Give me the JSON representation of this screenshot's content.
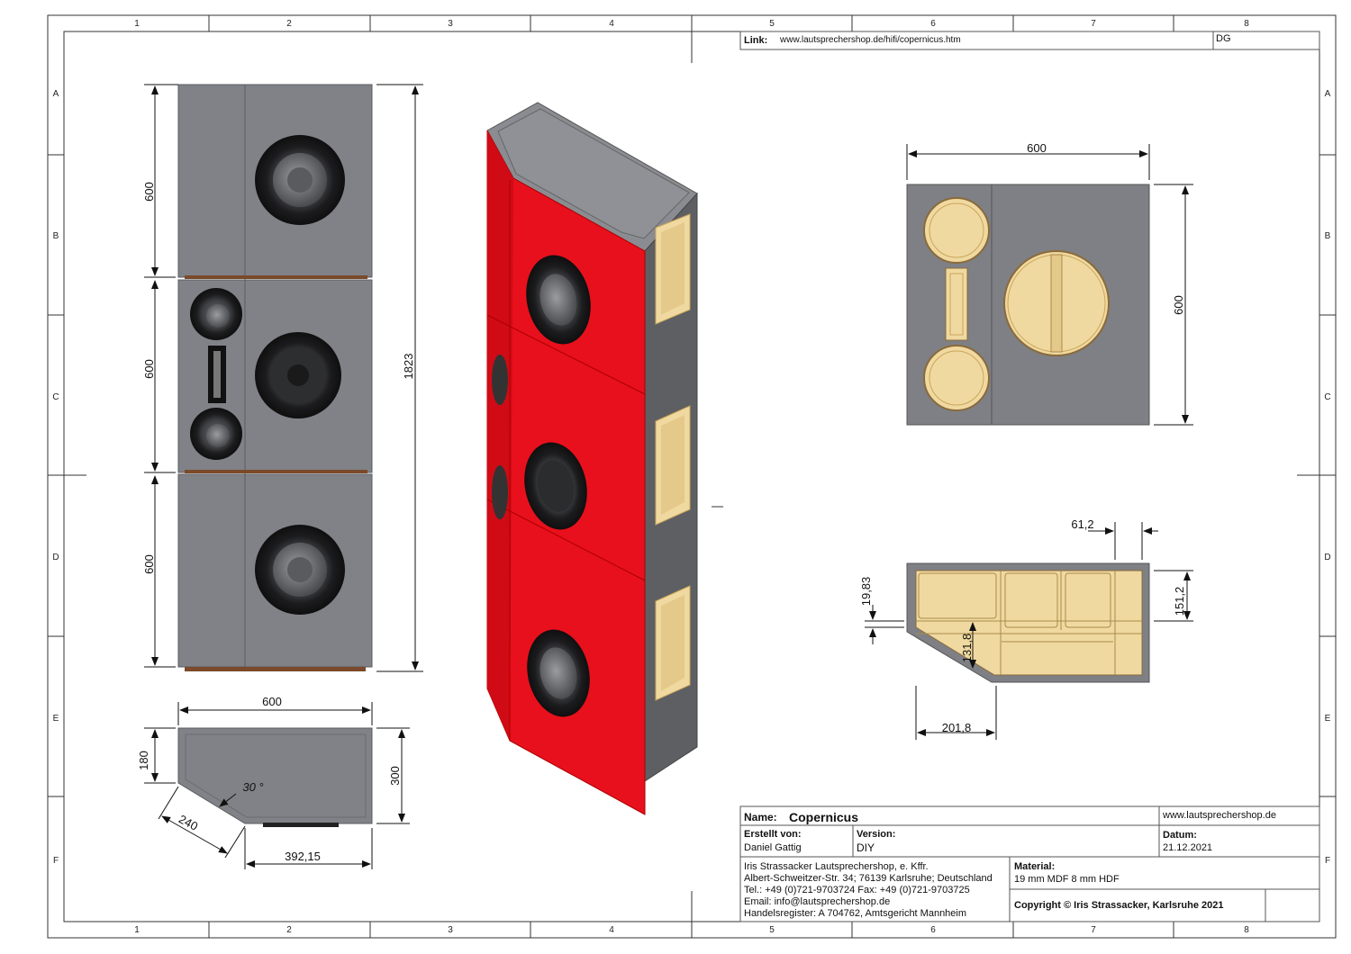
{
  "grid": {
    "columns": [
      "1",
      "2",
      "3",
      "4",
      "5",
      "6",
      "7",
      "8"
    ],
    "rows": [
      "A",
      "B",
      "C",
      "D",
      "E",
      "F"
    ]
  },
  "header": {
    "link_label": "Link:",
    "link_url": "www.lautsprechershop.de/hifi/copernicus.htm",
    "initials": "DG"
  },
  "front_view": {
    "dims": {
      "section_top": "600",
      "section_mid": "600",
      "section_bottom": "600",
      "total_height": "1823"
    },
    "colors": {
      "panel": "#808287",
      "edge": "#6d6f74",
      "driver": "#2a2a2c",
      "plinth": "#7a4a2a"
    }
  },
  "side_view": {
    "dims": {
      "width": "600",
      "left_height": "180",
      "right_height": "300",
      "angle": "30 °",
      "chamfer": "240",
      "bottom_width": "392,15"
    }
  },
  "top_view": {
    "dims": {
      "width": "600",
      "height": "600"
    },
    "colors": {
      "wood": "#f0d9a0",
      "panel": "#7e8085"
    }
  },
  "section_view": {
    "dims": {
      "top_width": "61,2",
      "right_height": "151,2",
      "left_height": "19,83",
      "inner_height": "131,8",
      "bottom_width": "201,8"
    }
  },
  "iso_view": {
    "colors": {
      "front": "#e8101c",
      "side": "#5d5f63",
      "top": "#8a8c91",
      "port": "#f0d9a0"
    }
  },
  "title_block": {
    "name_label": "Name:",
    "name_value": "Copernicus",
    "website": "www.lautsprechershop.de",
    "author_label": "Erstellt von:",
    "author_value": "Daniel Gattig",
    "version_label": "Version:",
    "version_value": "DIY",
    "date_label": "Datum:",
    "date_value": "21.12.2021",
    "address_lines": [
      "Iris Strassacker Lautsprechershop, e. Kffr.",
      "Albert-Schweitzer-Str. 34; 76139 Karlsruhe; Deutschland",
      "Tel.: +49 (0)721-9703724 Fax: +49 (0)721-9703725",
      "Email: info@lautsprechershop.de",
      "Handelsregister: A 704762, Amtsgericht Mannheim"
    ],
    "material_label": "Material:",
    "material_value": "19 mm MDF 8 mm HDF",
    "copyright": "Copyright © Iris Strassacker, Karlsruhe 2021"
  }
}
